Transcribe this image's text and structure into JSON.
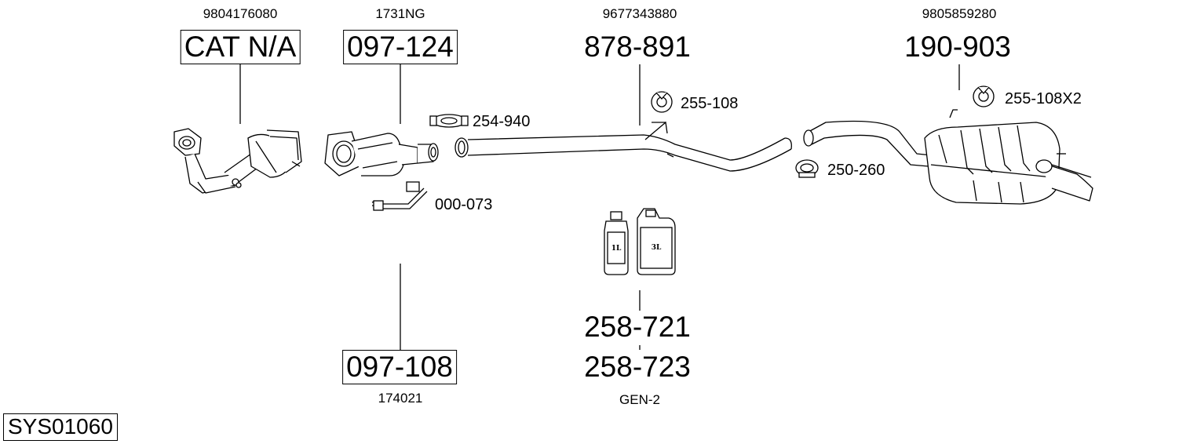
{
  "diagram": {
    "system_code": "SYS01060",
    "oem_numbers": {
      "cat": "9804176080",
      "front_cat": "1731NG",
      "middle_pipe": "9677343880",
      "rear_silencer": "9805859280",
      "bottom_cat": "174021",
      "fluid": "GEN-2"
    },
    "main_parts": {
      "cat_na": "CAT N/A",
      "front_cat": "097-124",
      "middle_pipe": "878-891",
      "rear_silencer": "190-903",
      "bottom_cat": "097-108",
      "fluid_1": "258-721",
      "fluid_2": "258-723"
    },
    "accessories": {
      "clamp_1": "254-940",
      "rubber_1": "255-108",
      "rubber_2": "255-108X2",
      "sensor": "000-073",
      "clamp_2": "250-260"
    },
    "bottle_labels": {
      "small": "1L",
      "large": "3L"
    }
  }
}
